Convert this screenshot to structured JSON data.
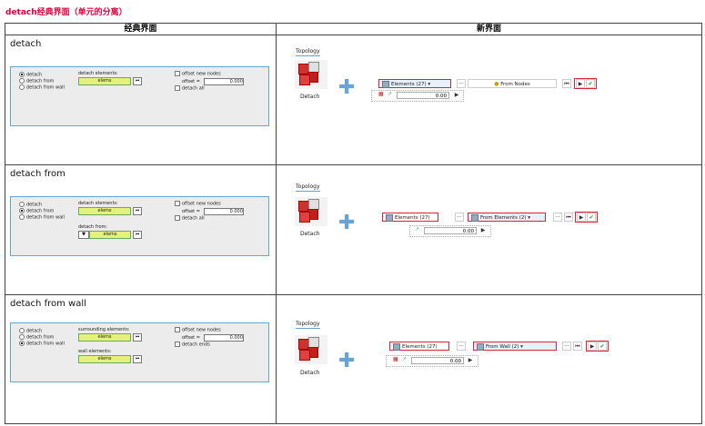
{
  "doc_title": "detach经典界面（单元的分离）",
  "headers": {
    "classic": "经典界面",
    "new": "新界面"
  },
  "sections": [
    {
      "title": "detach",
      "radios": [
        "detach",
        "detach from",
        "detach from wall"
      ],
      "selected": 0,
      "elements_label": "detach elements:",
      "elems": "elems",
      "offset_new_nodes": "offset new nodes",
      "offset_label": "offset =",
      "offset_value": "0.000",
      "detach_all": "detach all",
      "topology": "Topology",
      "detach_label": "Detach",
      "elements_btn": "Elements (27) ▾",
      "second_btn": "From Nodes",
      "dots": "···",
      "value": "0.00"
    },
    {
      "title": "detach from",
      "radios": [
        "detach",
        "detach from",
        "detach from wall"
      ],
      "selected": 1,
      "elements_label": "detach elements:",
      "elems": "elems",
      "offset_new_nodes": "offset new nodes",
      "offset_label": "offset =",
      "offset_value": "0.000",
      "detach_all": "detach all",
      "from_label": "detach from:",
      "elems2": "elems",
      "topology": "Topology",
      "detach_label": "Detach",
      "elements_btn": "Elements (27)",
      "second_btn": "From Elements (2) ▾",
      "dots": "···",
      "value": "0.00"
    },
    {
      "title": "detach from wall",
      "radios": [
        "detach",
        "detach from",
        "detach from wall"
      ],
      "selected": 2,
      "elements_label": "surrounding elements:",
      "elems": "elems",
      "offset_new_nodes": "offset new nodes",
      "offset_label": "offset =",
      "offset_value": "0.000",
      "detach_all": "detach ends",
      "from_label": "wall elements:",
      "elems2": "elems",
      "topology": "Topology",
      "detach_label": "Detach",
      "elements_btn": "Elements (27)",
      "second_btn": "From Wall (2) ▾",
      "dots": "···",
      "value": "0.00"
    }
  ]
}
